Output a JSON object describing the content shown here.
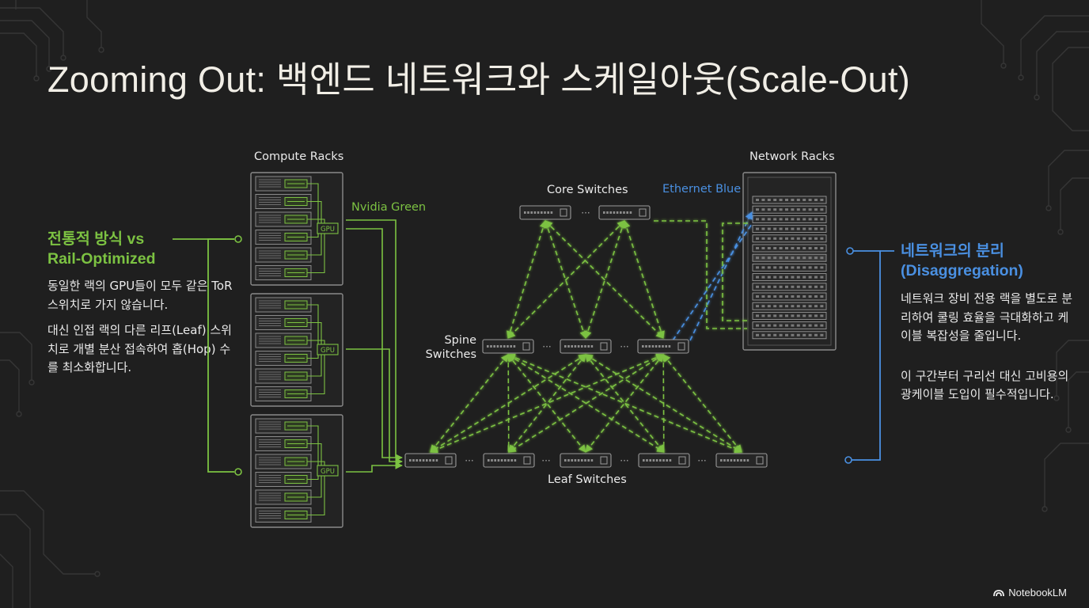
{
  "title": "Zooming Out: 백엔드 네트워크와 스케일아웃(Scale-Out)",
  "colors": {
    "background": "#1f1f1f",
    "green": "#7cc242",
    "blue": "#4a90e2",
    "text": "#eaeaea"
  },
  "left_panel": {
    "heading_line1": "전통적 방식 vs",
    "heading_line2": "Rail-Optimized",
    "body": [
      "동일한 랙의 GPU들이 모두 같은 ToR 스위치로 가지 않습니다.",
      "대신 인접 랙의 다른 리프(Leaf) 스위치로 개별 분산 접속하여 홉(Hop) 수를 최소화합니다."
    ]
  },
  "right_panel": {
    "heading_line1": "네트워크의 분리",
    "heading_line2": "(Disaggregation)",
    "body": [
      "네트워크 장비 전용 랙을 별도로 분리하여 쿨링 효율을 극대화하고 케이블 복잡성을 줄입니다.",
      "이 구간부터 구리선 대신 고비용의 광케이블 도입이 필수적입니다."
    ]
  },
  "diagram": {
    "compute_racks_label": "Compute Racks",
    "network_racks_label": "Network Racks",
    "core_switches_label": "Core Switches",
    "spine_switches_label_line1": "Spine",
    "spine_switches_label_line2": "Switches",
    "leaf_switches_label": "Leaf Switches",
    "green_cable_note": "Nvidia Green",
    "blue_cable_note": "Ethernet Blue",
    "gpu_tag": "GPU",
    "ellipsis": "···",
    "core_switch_count": 2,
    "spine_switch_count": 3,
    "leaf_switch_count": 5,
    "compute_rack_count": 3,
    "gpu_servers_per_rack": 6
  },
  "brand": {
    "name": "NotebookLM",
    "icon": "notebooklm-logo-icon"
  }
}
